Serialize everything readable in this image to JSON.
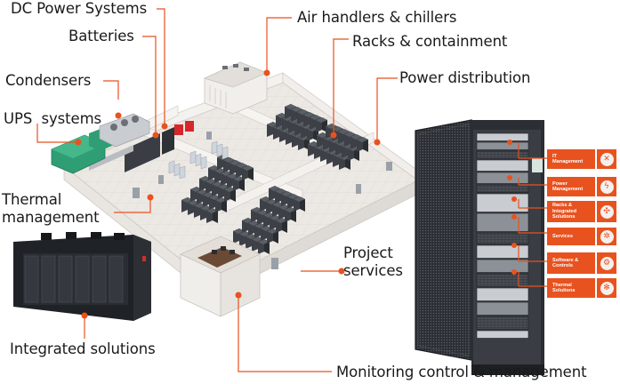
{
  "labels": {
    "dc_power": "DC Power Systems",
    "batteries": "Batteries",
    "condensers": "Condensers",
    "ups": "UPS  systems",
    "thermal_1": "Thermal",
    "thermal_2": "management",
    "integrated": "Integrated solutions",
    "air_handlers": "Air handlers & chillers",
    "racks": "Racks & containment",
    "power_dist": "Power distribution",
    "project_1": "Project",
    "project_2": "services",
    "monitoring": "Monitoring control & management"
  },
  "panel_items": [
    {
      "line1": "IT",
      "line2": "Management",
      "icon": "network-icon",
      "glyph": "✕"
    },
    {
      "line1": "Power",
      "line2": "Management",
      "icon": "power-bolt-icon",
      "glyph": "ϟ"
    },
    {
      "line1": "Racks &",
      "line2": "Integrated",
      "line3": "Solutions",
      "icon": "rack-icon",
      "glyph": "✣"
    },
    {
      "line1": "Services",
      "icon": "gear-icon",
      "glyph": "✲"
    },
    {
      "line1": "Software &",
      "line2": "Controls",
      "icon": "software-icon",
      "glyph": "⚙"
    },
    {
      "line1": "Thermal",
      "line2": "Solutions",
      "icon": "snowflake-icon",
      "glyph": "✻"
    }
  ],
  "colors": {
    "accent": "#e8521f",
    "rack": "#3d4147",
    "floor": "#ebe7e3",
    "wall": "#f7f6f4",
    "green_unit": "#2f9e74"
  }
}
